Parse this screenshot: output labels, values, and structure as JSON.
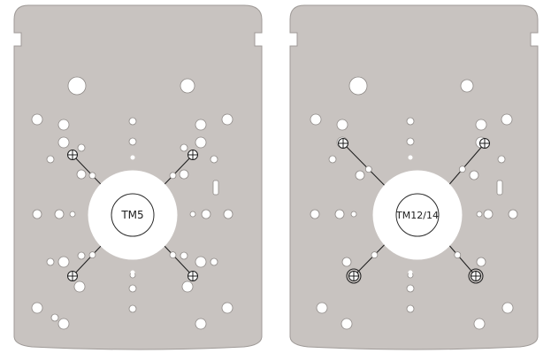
{
  "plates": [
    {
      "label": "TM5",
      "center_type": "crosshair"
    },
    {
      "label": "TM12/14",
      "center_type": "slot"
    }
  ],
  "colors": {
    "plate": "#c8c3c0",
    "plate_edge": "#9f9a97",
    "hole": "#ffffff",
    "hole_stroke": "#8e8986",
    "line": "#1c1c1c",
    "label_ring": "#2a2a2a"
  }
}
